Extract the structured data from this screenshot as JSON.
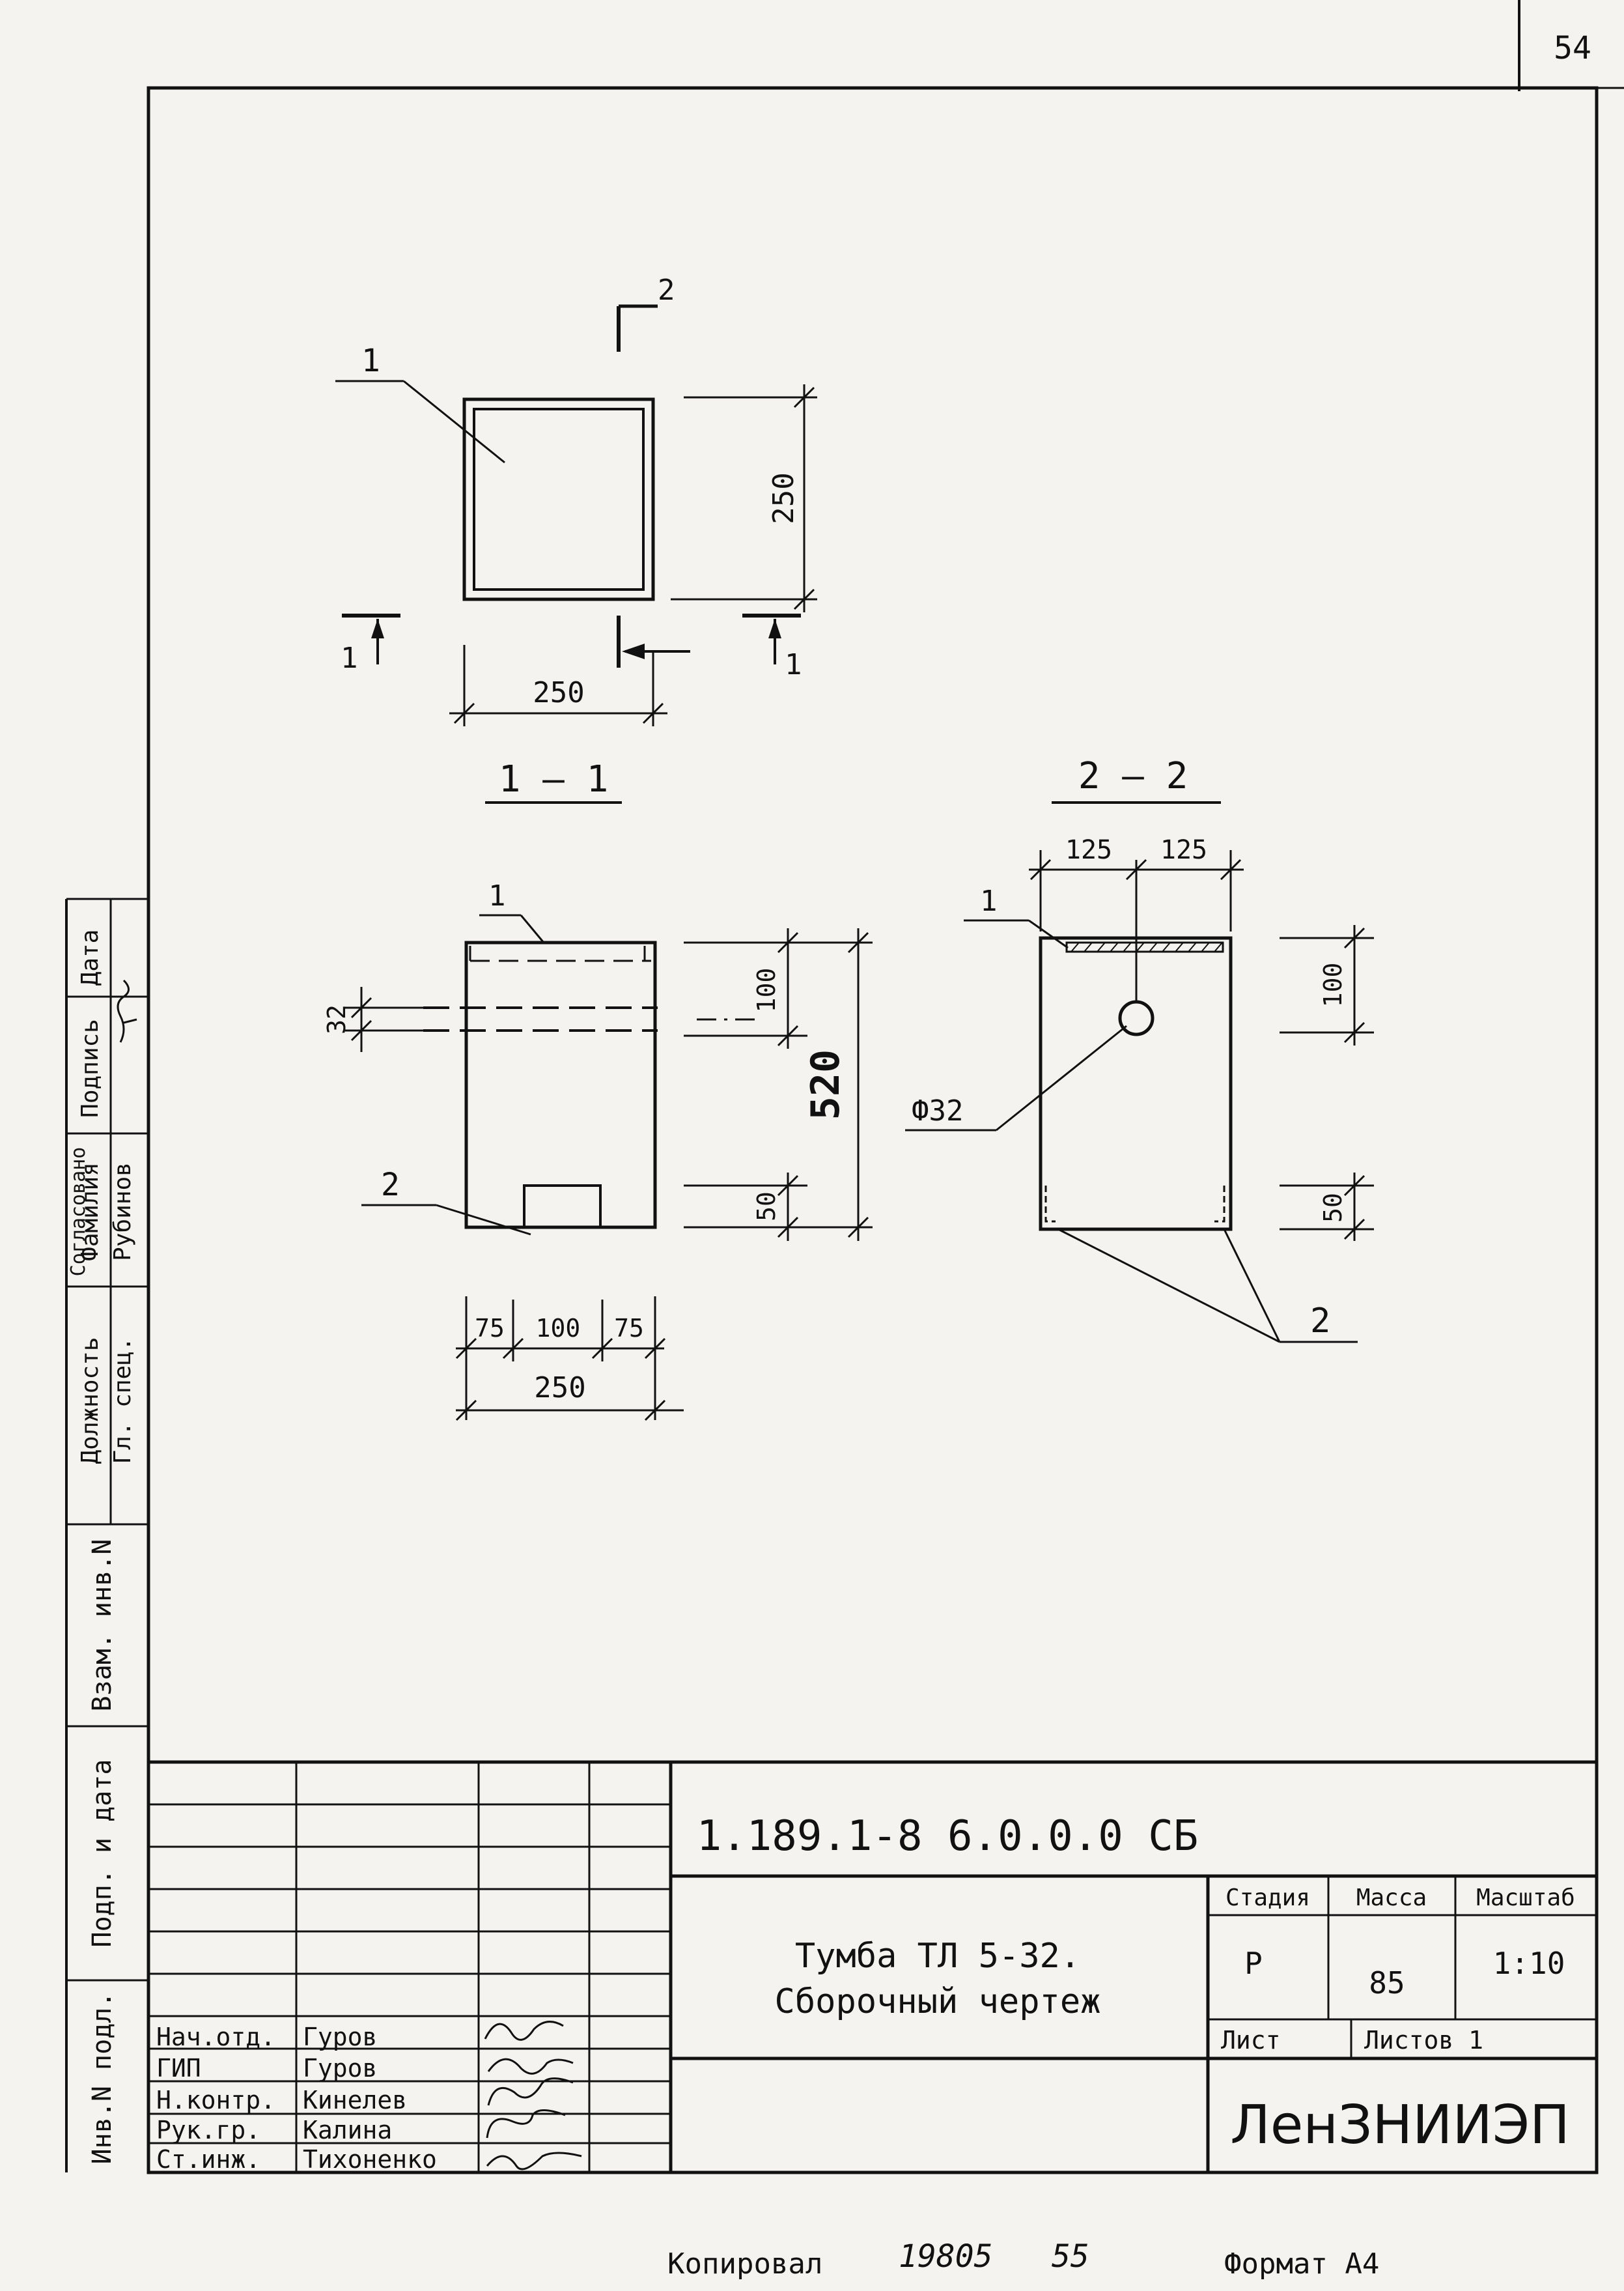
{
  "sheet_number": "54",
  "drawing_code": "1.189.1-8 6.0.0.0 СБ",
  "title_line1": "Тумба ТЛ 5-32.",
  "title_line2": "Сборочный чертеж",
  "stage_header": "Стадия",
  "mass_header": "Масса",
  "scale_header": "Масштаб",
  "stage_value": "Р",
  "mass_value": "85",
  "scale_value": "1:10",
  "sheet_label": "Лист",
  "sheets_label": "Листов 1",
  "organization": "ЛенЗНИИЭП",
  "signatures": [
    {
      "role": "Нач.отд.",
      "name": "Гуров"
    },
    {
      "role": "ГИП",
      "name": "Гуров"
    },
    {
      "role": "Н.контр.",
      "name": "Кинелев"
    },
    {
      "role": "Рук.гр.",
      "name": "Калина"
    },
    {
      "role": "Ст.инж.",
      "name": "Тихоненко"
    }
  ],
  "side_stamp": {
    "headers": [
      "Должность",
      "Фамилия",
      "Подпись",
      "Дата"
    ],
    "position": "Гл. спец.",
    "surname": "Рубинов",
    "title_vertical": "Согласовано"
  },
  "side_columns": [
    "Взам. инв.N",
    "Подп. и дата",
    "Инв.N подл."
  ],
  "footer": {
    "copied_label": "Копировал",
    "copied_number": "19805",
    "copied_number2": "55",
    "format_label": "Формат А4"
  },
  "drawing": {
    "plan_dim_width": "250",
    "plan_dim_height": "250",
    "cut_label_1": "1",
    "cut_label_2": "2",
    "section_1_title": "1 — 1",
    "section_2_title": "2 — 2",
    "dim_520": "520",
    "dim_100": "100",
    "dim_32": "32",
    "dim_50": "50",
    "dim_75a": "75",
    "dim_100b": "100",
    "dim_75b": "75",
    "dim_250_bottom": "250",
    "dim_125a": "125",
    "dim_125b": "125",
    "dim_100_right": "100",
    "dim_50_right": "50",
    "hole_label": "Ф32",
    "pos_1": "1",
    "pos_2": "2"
  }
}
